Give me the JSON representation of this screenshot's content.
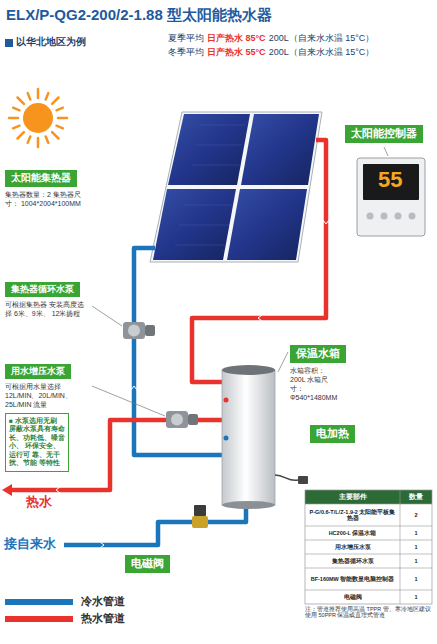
{
  "diagram": {
    "title": "ELX/P-QG2-200/2-1.88 型太阳能热水器",
    "nodes": [
      {
        "text": [
          "太阳能控制器"
        ]
      },
      {
        "text": [
          "太阳能集热器",
          "集热器数量：2 集热器尺寸： 1004*2004*100MM"
        ]
      },
      {
        "text": [
          "集热器循环水泵",
          "可根据集热器 安装高度选择 6米、9米、 12米扬程"
        ]
      },
      {
        "text": [
          "保温水箱",
          "水箱容积： 200L 水箱尺寸： Φ540*1480MM"
        ]
      },
      {
        "text": [
          "用水增压水泵",
          "可根据用水量选择 12L/MIN、20L/MIN、 25L/MIN 流量"
        ]
      },
      {
        "text": [
          "■ 水泵选用无刷 屏蔽水泵具有寿命 长、功耗低、噪音小、 环保安全、运行可 靠、无干扰、节能 等特性"
        ]
      },
      {
        "text": [
          "电加热"
        ]
      },
      {
        "text": [
          "电磁阀"
        ]
      }
    ],
    "labels": [
      "以华北地区为例",
      "夏季平均",
      "日产热水 85°C",
      "200L（自来水水温 15°C）",
      "冬季平均",
      "日产热水 55°C",
      "200L（自来水水温 15°C）",
      "55",
      "热水",
      "接自来水",
      "主要部件",
      "数量",
      "P-G/0.6-T/L/Z-1.9-2 太阳能平板集热器",
      "2",
      "HC200-L 保温水箱",
      "1",
      "用水增压水泵",
      "1",
      "集热器循环水泵",
      "1",
      "BF-160MW 智能数显电脑控制器",
      "1",
      "电磁阀",
      "1",
      "注：管道推荐使用高温 TPPR 管、寒冷地区建议使用 50PPR 保温或直埋式管道"
    ],
    "legend": [
      {
        "text": "冷水管道",
        "color": "#1b75bb"
      },
      {
        "text": "热水管道",
        "color": "#e8322b"
      }
    ]
  }
}
